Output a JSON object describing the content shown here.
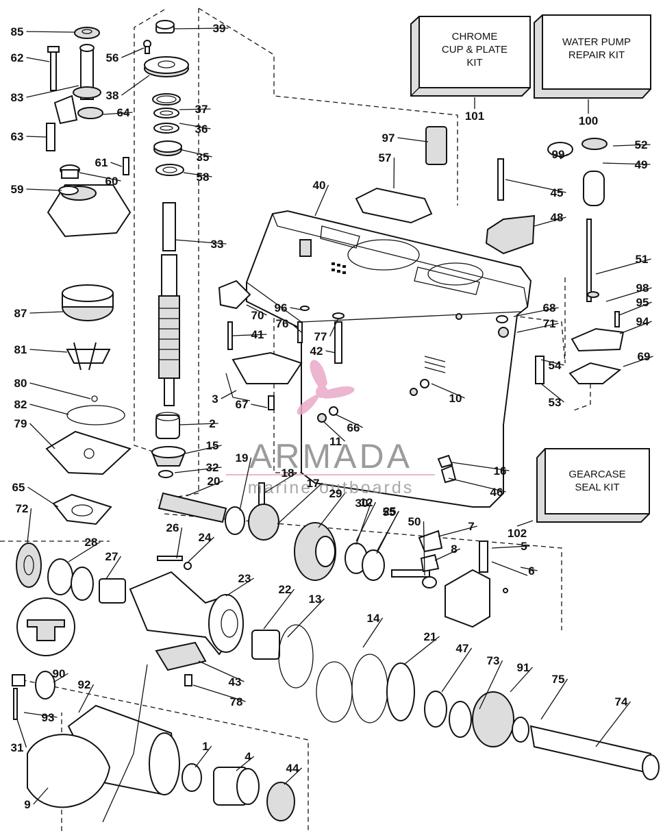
{
  "kits": [
    {
      "id": "101",
      "lines": [
        "CHROME",
        "CUP & PLATE",
        "KIT"
      ]
    },
    {
      "id": "100",
      "lines": [
        "WATER PUMP",
        "REPAIR KIT"
      ]
    },
    {
      "id": "102",
      "lines": [
        "GEARCASE",
        "SEAL KIT"
      ]
    }
  ],
  "watermark": {
    "brand": "ARMADA",
    "tagline": "marine outboards"
  },
  "part_numbers": [
    "85",
    "62",
    "83",
    "63",
    "59",
    "87",
    "81",
    "80",
    "82",
    "79",
    "65",
    "72",
    "28",
    "27",
    "56",
    "38",
    "39",
    "37",
    "36",
    "35",
    "58",
    "33",
    "61",
    "60",
    "64",
    "2",
    "15",
    "32",
    "20",
    "19",
    "18",
    "17",
    "29",
    "30",
    "25",
    "26",
    "24",
    "23",
    "22",
    "13",
    "14",
    "21",
    "47",
    "73",
    "91",
    "75",
    "74",
    "90",
    "92",
    "93",
    "31",
    "9",
    "1",
    "4",
    "44",
    "43",
    "78",
    "40",
    "97",
    "57",
    "99",
    "52",
    "49",
    "45",
    "48",
    "51",
    "98",
    "95",
    "94",
    "69",
    "68",
    "71",
    "70",
    "96",
    "76",
    "77",
    "42",
    "41",
    "3",
    "67",
    "66",
    "11",
    "10",
    "54",
    "53",
    "16",
    "46",
    "12",
    "55",
    "50",
    "7",
    "8",
    "5",
    "6"
  ]
}
